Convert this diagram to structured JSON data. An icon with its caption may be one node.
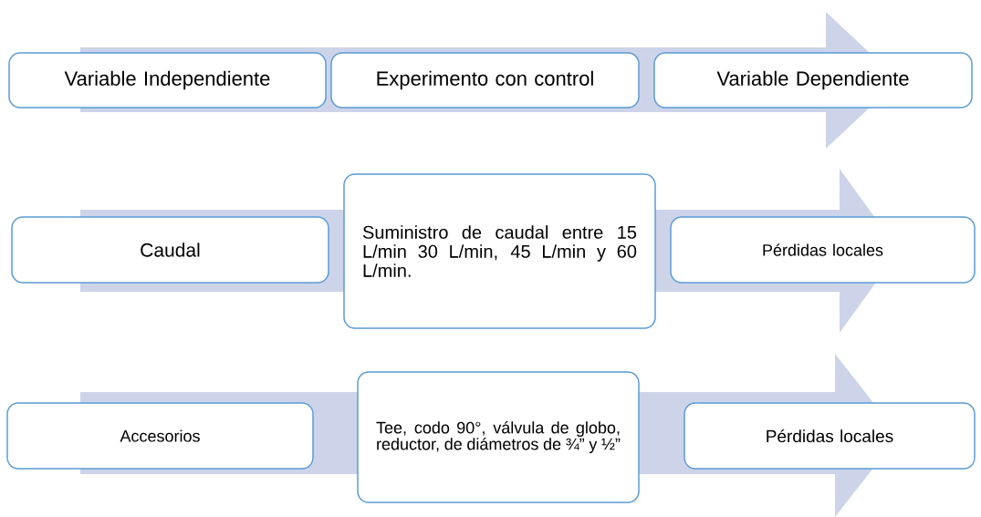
{
  "diagram": {
    "nodes": [
      {
        "text": [
          "Variable Independiente"
        ]
      },
      {
        "text": [
          "Experimento con control"
        ]
      },
      {
        "text": [
          "Variable Dependiente"
        ]
      },
      {
        "text": [
          "Caudal"
        ]
      },
      {
        "text": [
          "Suministro de caudal entre 15 L/min 30 L/min, 45 L/min y 60 L/min."
        ]
      },
      {
        "text": [
          "Pérdidas locales"
        ]
      },
      {
        "text": [
          "Accesorios"
        ]
      },
      {
        "text": [
          "Tee, codo 90°, válvula de globo, reductor, de diámetros de ¾” y ½”"
        ]
      },
      {
        "text": [
          "Pérdidas locales"
        ]
      }
    ]
  }
}
